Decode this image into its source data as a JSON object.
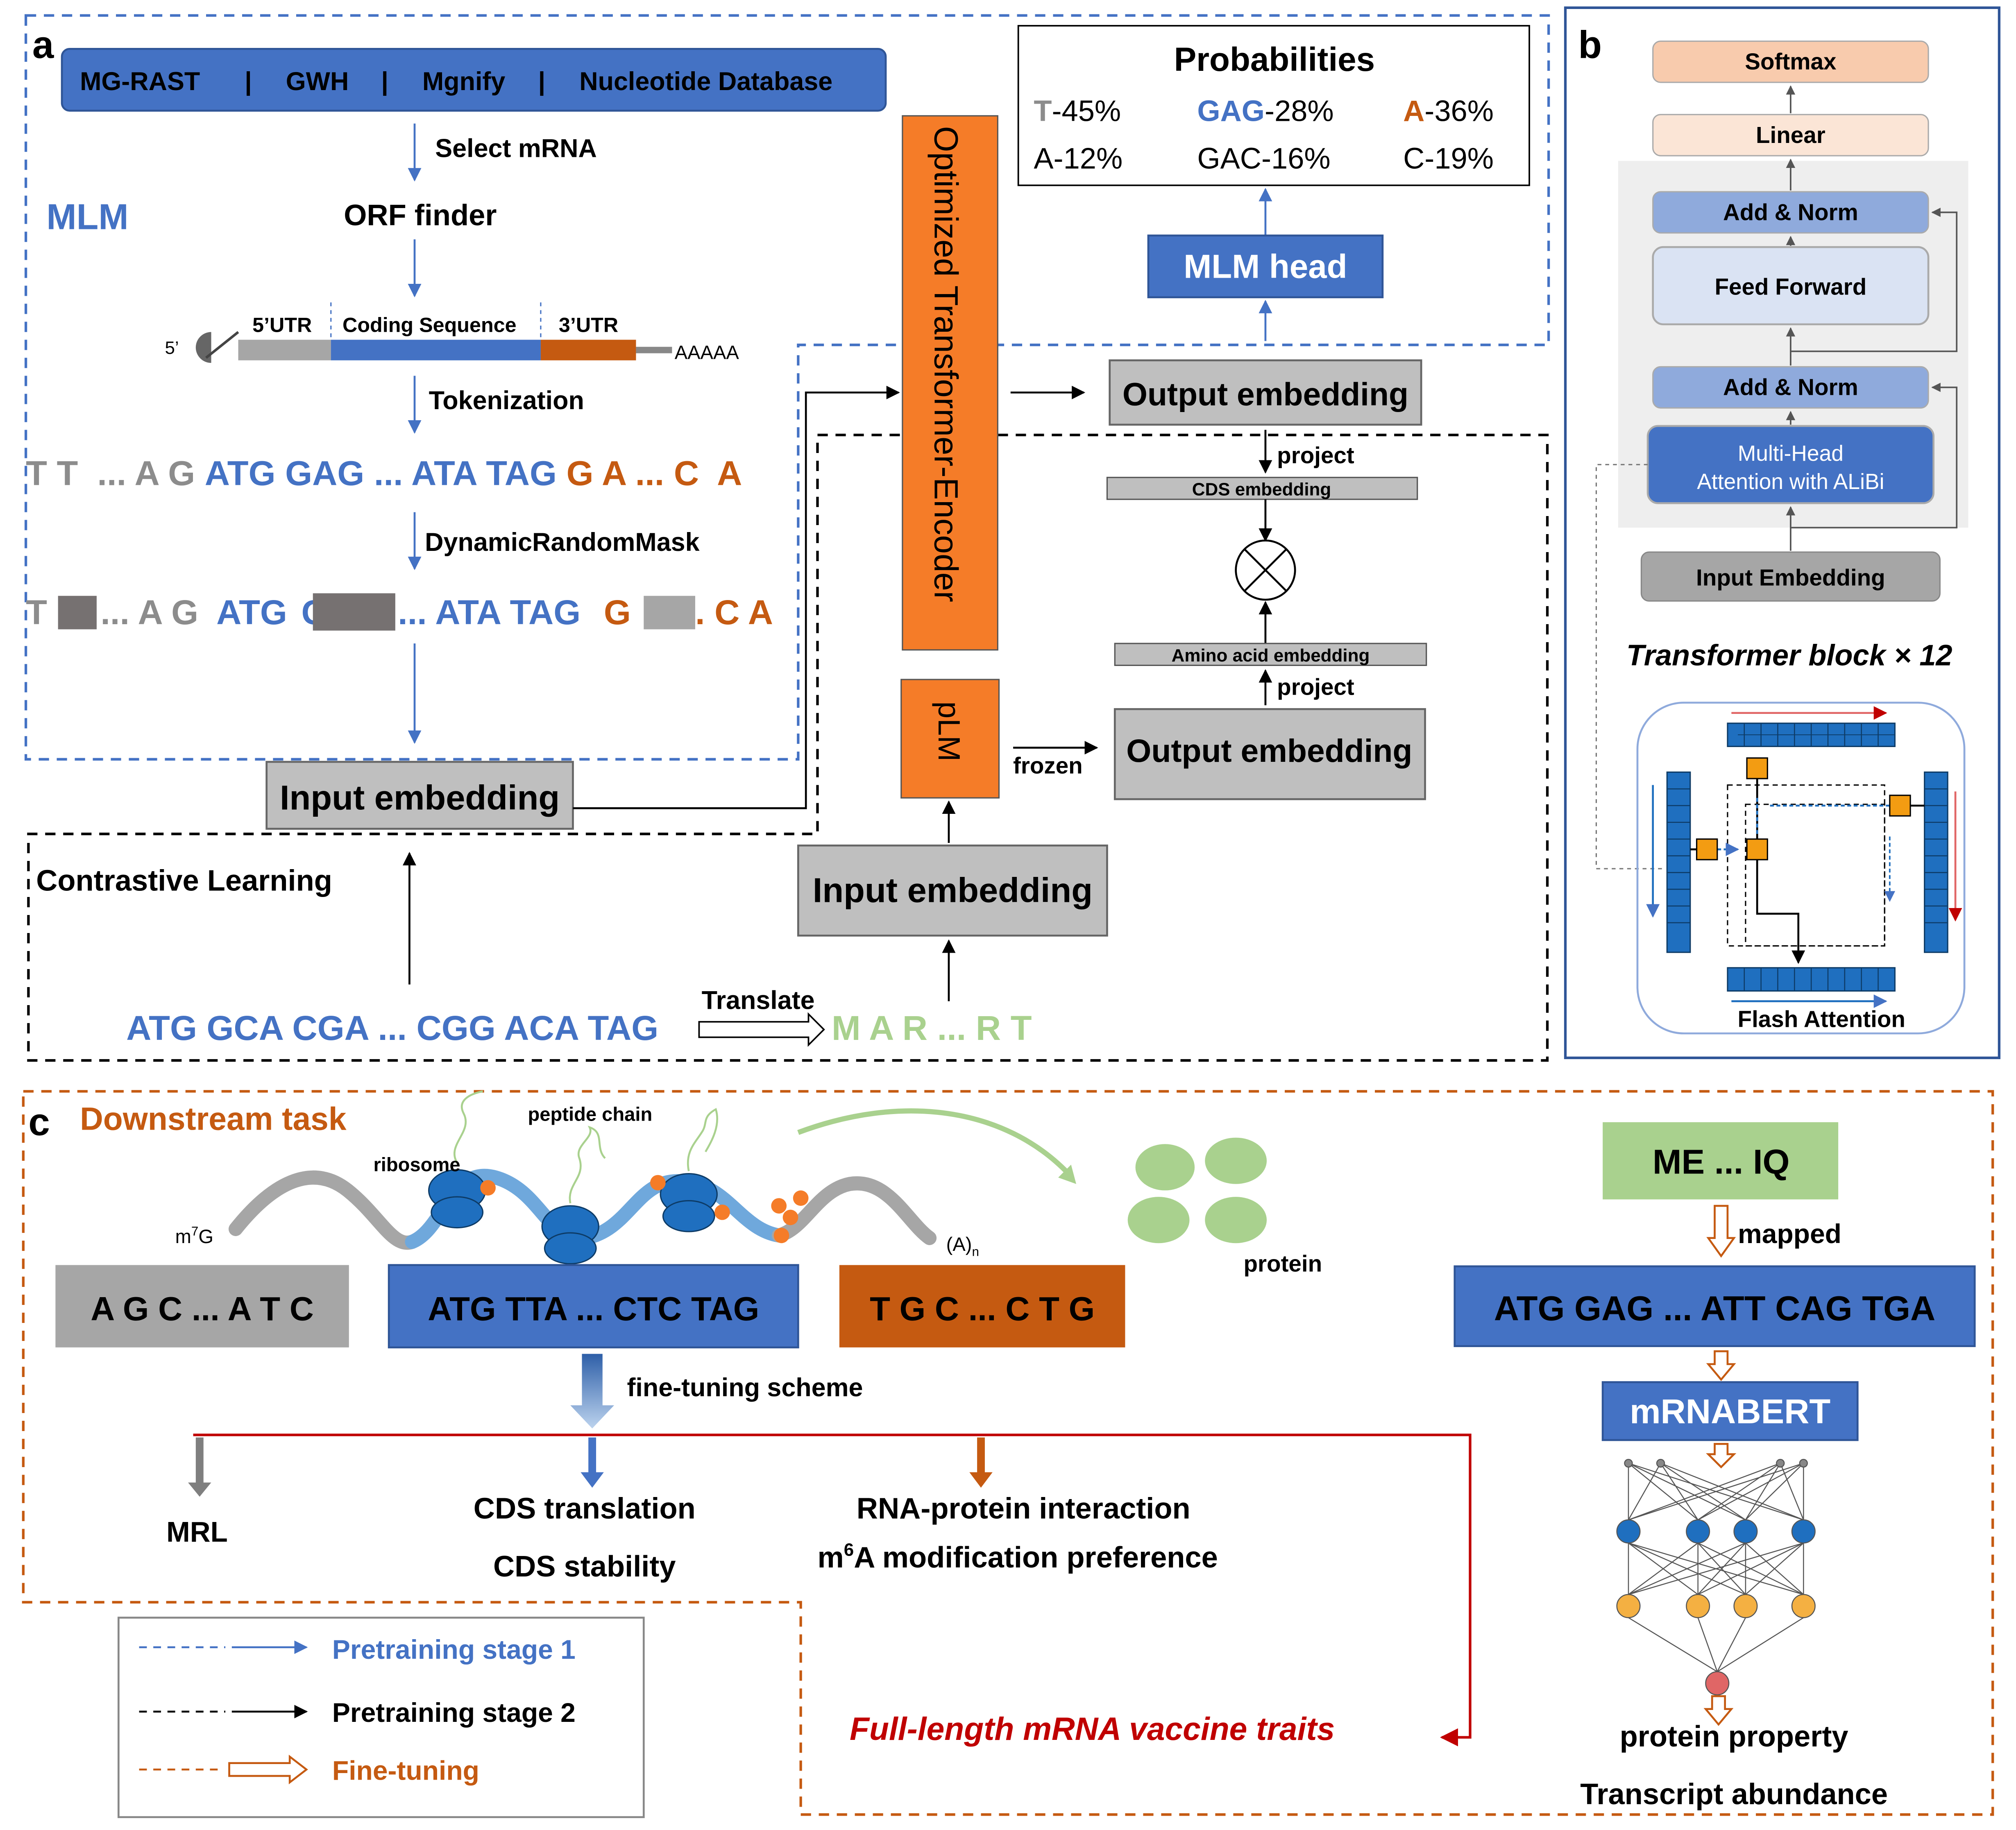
{
  "colors": {
    "blue": "#4472c4",
    "blueDark": "#2f5597",
    "orange": "#c55a11",
    "orangeBright": "#f57c28",
    "green": "#a9d18e",
    "grey": "#a6a6a6",
    "darkred": "#c00000"
  },
  "panel_a": {
    "letter": "a",
    "databases": [
      "MG-RAST",
      "GWH",
      "Mgnify",
      "Nucleotide Database"
    ],
    "sep": "|",
    "select_mrna": "Select mRNA",
    "mlm": "MLM",
    "orf_finder": "ORF finder",
    "five_prime": "5’",
    "utr5": "5’UTR",
    "cds": "Coding Sequence",
    "utr3": "3’UTR",
    "polya": "AAAAA",
    "tokenization": "Tokenization",
    "tok_grey1": "T T  ... A G",
    "tok_blue": "ATG GAG ... ATA TAG",
    "tok_orange": "G A ... C  A",
    "dynamic_mask": "DynamicRandomMask",
    "mask_grey1": "T",
    "mask_grey2": "... A G",
    "mask_blue1": "ATG",
    "mask_blue2": "... ATA TAG",
    "mask_orange1": "G",
    "mask_orange2": ". C  A",
    "input_embedding_1": "Input embedding",
    "encoder": "Optimized Transformer-Encoder",
    "probabilities": "Probabilities",
    "prob_row1": [
      {
        "tok": "T",
        "pct": "-45%",
        "color": "#8c8c8c"
      },
      {
        "tok": "GAG",
        "pct": "-28%",
        "color": "#4472c4"
      },
      {
        "tok": "A",
        "pct": "-36%",
        "color": "#c55a11"
      }
    ],
    "prob_row2": [
      "A-12%",
      "GAC-16%",
      "C-19%"
    ],
    "mlm_head": "MLM head",
    "output_embedding_1": "Output embedding",
    "project_1": "project",
    "cds_embedding": "CDS embedding",
    "amino_acid_embedding": "Amino acid embedding",
    "project_2": "project",
    "plm": "pLM",
    "frozen": "frozen",
    "output_embedding_2": "Output embedding",
    "input_embedding_2": "Input embedding",
    "contrastive": "Contrastive Learning",
    "seq_dna": "ATG GCA CGA ... CGG ACA TAG",
    "translate": "Translate",
    "seq_protein": "M A R ... R T"
  },
  "panel_b": {
    "letter": "b",
    "softmax": "Softmax",
    "linear": "Linear",
    "add_norm_1": "Add & Norm",
    "feed_forward": "Feed Forward",
    "add_norm_2": "Add & Norm",
    "mha_line1": "Multi-Head",
    "mha_line2": "Attention with ALiBi",
    "input_embedding": "Input Embedding",
    "block_label": "Transformer block × 12",
    "flash": "Flash Attention"
  },
  "panel_c": {
    "letter": "c",
    "title": "Downstream task",
    "peptide": "peptide chain",
    "ribosome": "ribosome",
    "m7g": "m",
    "m7g_sup": "7",
    "m7g_end": "G",
    "polya": "(A)",
    "polya_sub": "n",
    "protein": "protein",
    "utr5_seq": "A G C ... A T C",
    "cds_seq": "ATG TTA ... CTC TAG",
    "utr3_seq": "T G C ... C T G",
    "finetune": "fine-tuning scheme",
    "mrl": "MRL",
    "cds_translation": "CDS translation",
    "cds_stability": "CDS stability",
    "rna_protein": "RNA-protein  interaction",
    "m6a_pre": "m",
    "m6a_sup": "6",
    "m6a_post": "A modification preference",
    "full_length": "Full-length mRNA vaccine traits",
    "protein_seq": "ME ... IQ",
    "mapped": "mapped",
    "codon_seq": "ATG GAG ...  ATT CAG TGA",
    "mrnabert": "mRNABERT",
    "protein_property": "protein property",
    "transcript_abundance": "Transcript abundance"
  },
  "legend": [
    {
      "label": "Pretraining stage 1",
      "color": "#4472c4"
    },
    {
      "label": "Pretraining stage 2",
      "color": "#000000"
    },
    {
      "label": "Fine-tuning",
      "color": "#c55a11"
    }
  ]
}
